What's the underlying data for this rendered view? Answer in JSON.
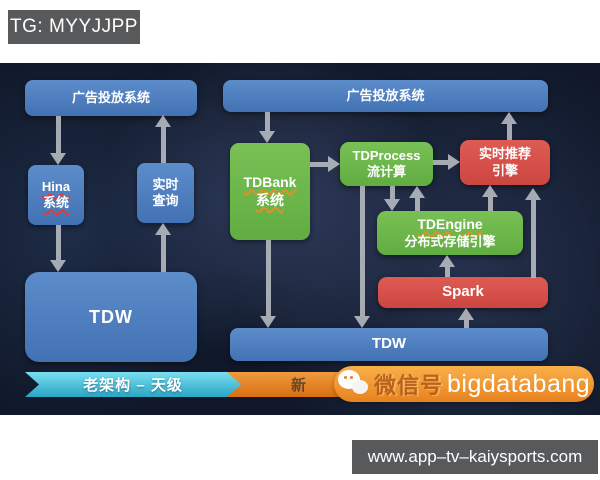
{
  "header": {
    "tg": "TG: MYYJJPP"
  },
  "footer": {
    "url": "www.app–tv–kaiysports.com"
  },
  "old_arch": {
    "ad_system": "广告投放系统",
    "hina": {
      "l1": "Hina",
      "l2": "系统"
    },
    "realtime_query": {
      "l1": "实时",
      "l2": "查询"
    },
    "tdw": "TDW",
    "banner": "老架构 – 天级"
  },
  "new_arch": {
    "ad_system": "广告投放系统",
    "tdbank": {
      "l1": "TDBank",
      "l2": "系统"
    },
    "tdprocess": {
      "l1": "TDProcess",
      "l2": "流计算"
    },
    "recommend": {
      "l1": "实时推荐",
      "l2": "引擎"
    },
    "tdengine": {
      "l1": "TDEngine",
      "l2": "分布式存储引擎"
    },
    "spark": "Spark",
    "tdw": "TDW",
    "banner_visible": "新"
  },
  "watermark": {
    "wechat_icon": "wechat-icon",
    "label": "微信号",
    "handle": "bigdatabang"
  },
  "colors": {
    "blue": "#4d7fc0",
    "green": "#6cb84d",
    "red": "#d9534f",
    "arrow": "#b9bdc4",
    "banner_cyan": "#4fc3d9",
    "banner_orange": "#e8821e",
    "label_bg": "#58595b",
    "panel_bg": "#0f1728"
  }
}
